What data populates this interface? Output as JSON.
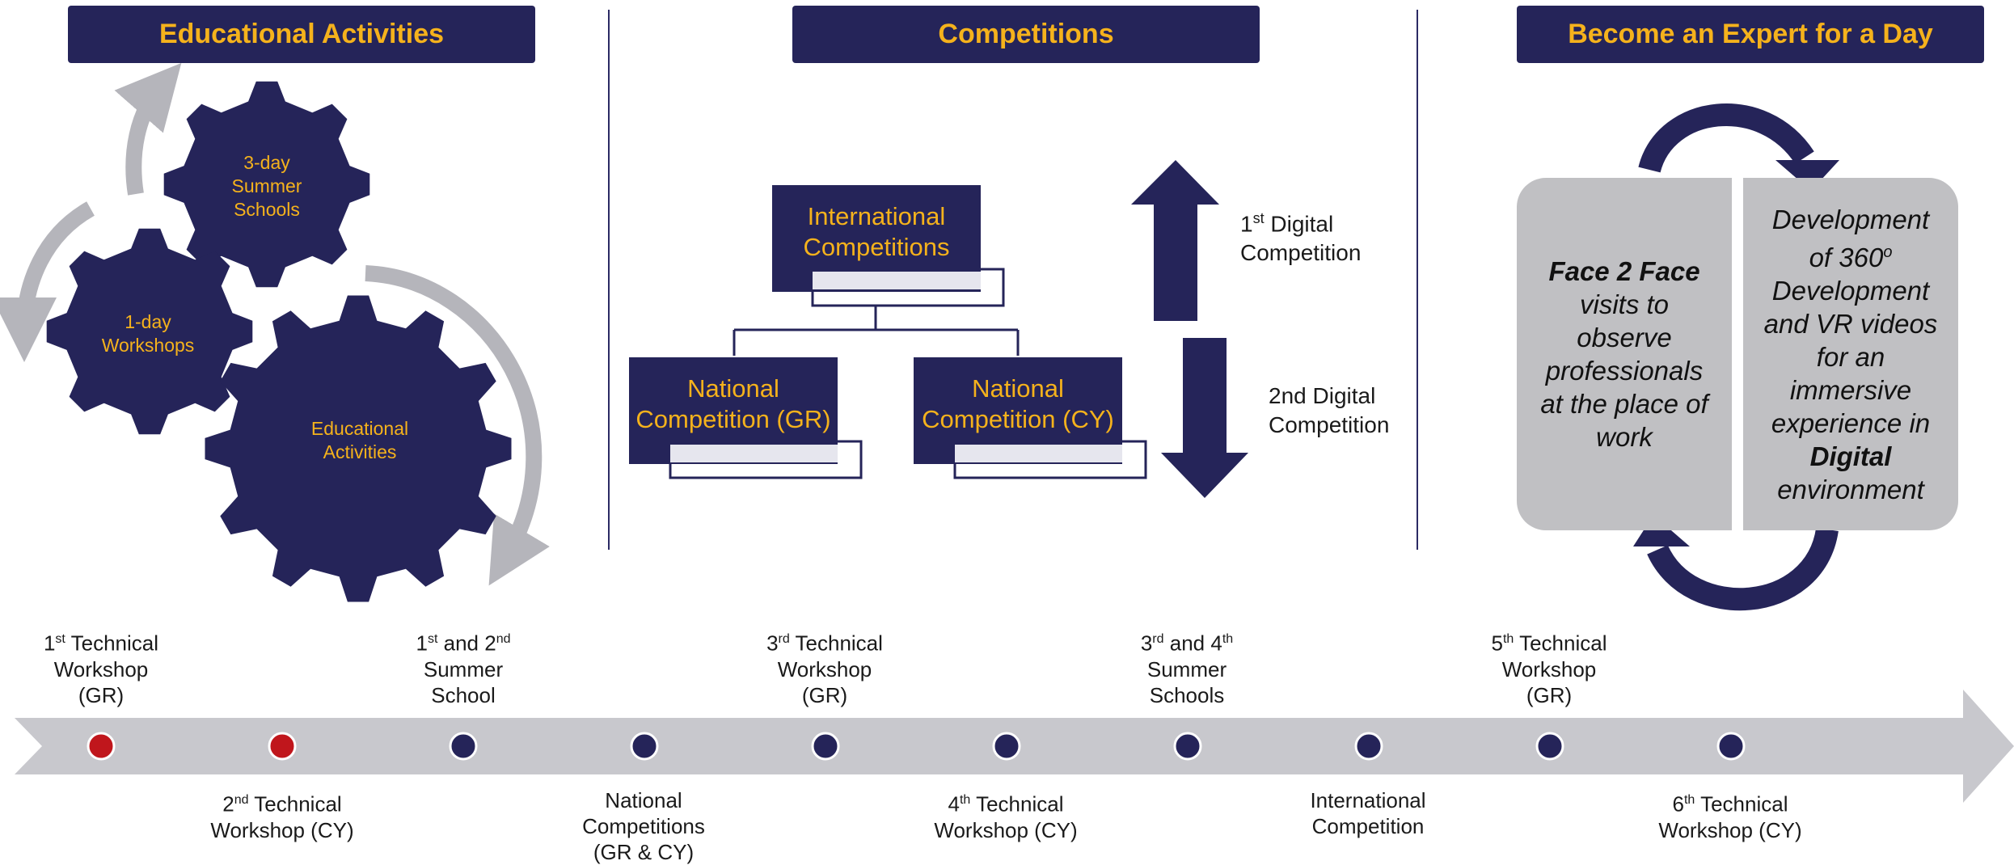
{
  "headers": {
    "educational": "Educational Activities",
    "competitions": "Competitions",
    "expert": "Become an Expert for a Day"
  },
  "gears": {
    "summer": [
      "3-day",
      "Summer",
      "Schools"
    ],
    "workshops": [
      "1-day",
      "Workshops"
    ],
    "activities": [
      "Educational",
      "Activities"
    ]
  },
  "competitions": {
    "international": [
      "International",
      "Competitions"
    ],
    "national_gr": [
      "National",
      "Competition (GR)"
    ],
    "national_cy": [
      "National",
      "Competition (CY)"
    ],
    "first_digital_num": "1",
    "first_digital_sup": "st",
    "first_digital_text": " Digital",
    "first_digital_line2": "Competition",
    "second_digital_line1": "2nd Digital",
    "second_digital_line2": "Competition"
  },
  "expert": {
    "left": {
      "bold": "Face 2 Face",
      "rest": [
        "visits to",
        "observe",
        "professionals",
        "at the place of",
        "work"
      ]
    },
    "right": {
      "line1": "Development",
      "line2_pre": "of 360",
      "line2_sup": "o",
      "lines": [
        "Development",
        "and VR videos",
        "for an",
        "immersive",
        "experience in"
      ],
      "bold": "Digital",
      "last": "environment"
    }
  },
  "timeline": {
    "top_labels": [
      {
        "num": "1",
        "sup": "st",
        "rest": " Technical",
        "l2": "Workshop",
        "l3": "(GR)"
      },
      {
        "num": "1",
        "sup": "st",
        "rest": " and 2",
        "sup2": "nd",
        "l2": "Summer",
        "l3": "School"
      },
      {
        "num": "3",
        "sup": "rd",
        "rest": " Technical",
        "l2": "Workshop",
        "l3": "(GR)"
      },
      {
        "num": "3",
        "sup": "rd",
        "rest": " and 4",
        "sup2": "th",
        "l2": "Summer",
        "l3": "Schools"
      },
      {
        "num": "5",
        "sup": "th",
        "rest": " Technical",
        "l2": "Workshop",
        "l3": "(GR)"
      }
    ],
    "bottom_labels": [
      {
        "num": "2",
        "sup": "nd",
        "rest": " Technical",
        "l2": "Workshop (CY)"
      },
      {
        "l1": "National",
        "l2": "Competitions",
        "l3": "(GR & CY)"
      },
      {
        "num": "4",
        "sup": "th",
        "rest": " Technical",
        "l2": "Workshop (CY)"
      },
      {
        "l1": "International",
        "l2": "Competition"
      },
      {
        "num": "6",
        "sup": "th",
        "rest": " Technical",
        "l2": "Workshop (CY)"
      }
    ],
    "dot_colors": [
      "#c0161c",
      "#c0161c",
      "#252459",
      "#252459",
      "#252459",
      "#252459",
      "#252459",
      "#252459",
      "#252459",
      "#252459"
    ]
  },
  "colors": {
    "navy": "#252459",
    "gold": "#f5b21c",
    "grey": "#c0c0c3",
    "red": "#c0161c"
  }
}
